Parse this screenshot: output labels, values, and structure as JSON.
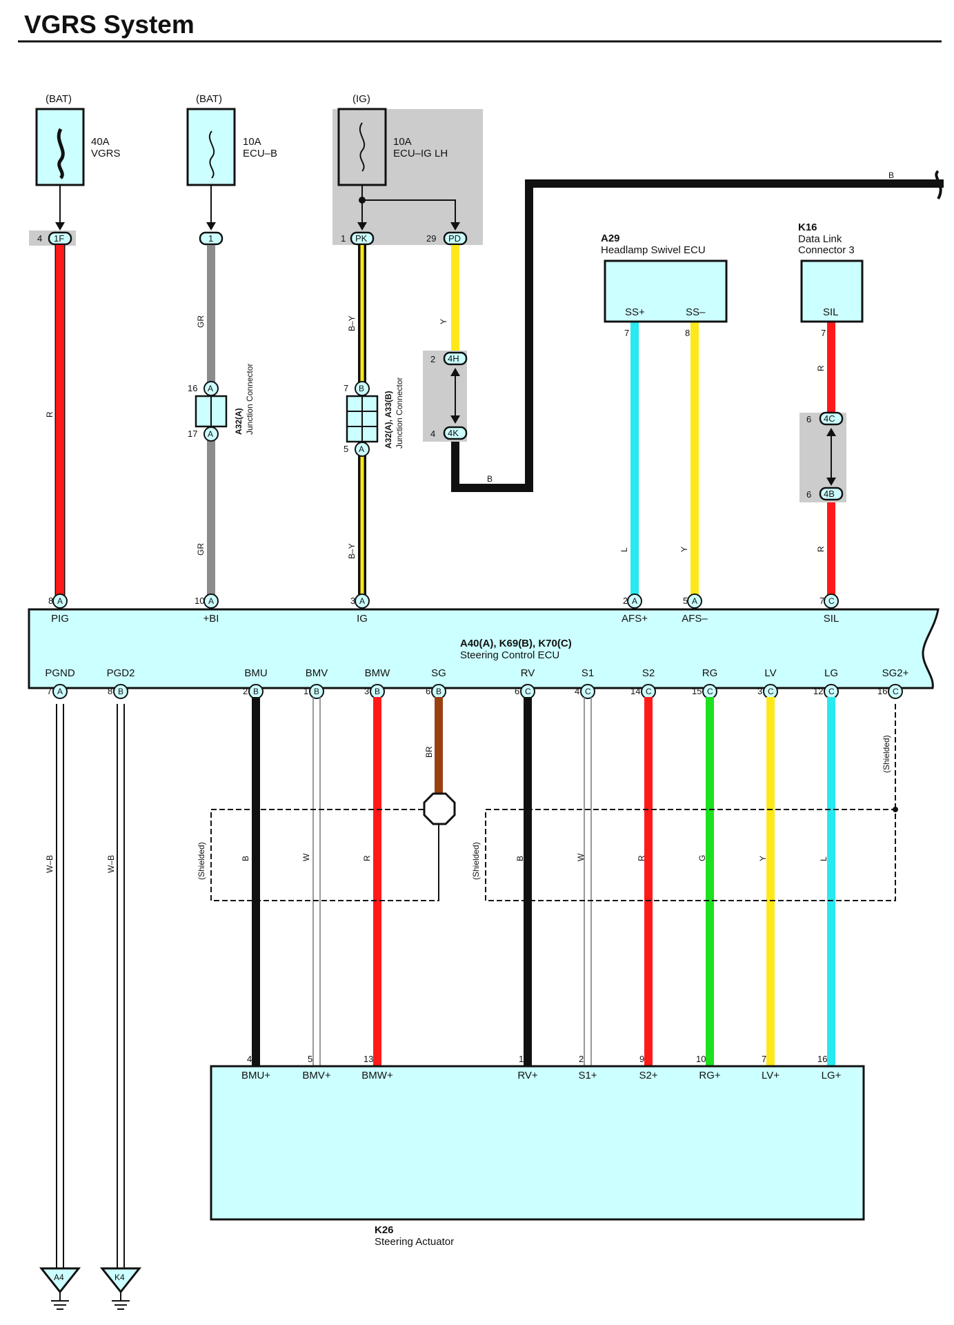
{
  "title": "VGRS System",
  "power": {
    "bat1": "(BAT)",
    "bat2": "(BAT)",
    "ig": "(IG)",
    "fuse1_amp": "40A",
    "fuse1_name": "VGRS",
    "fuse2_amp": "10A",
    "fuse2_name": "ECU–B",
    "fuse3_amp": "10A",
    "fuse3_name": "ECU–IG LH"
  },
  "jb_pins": {
    "p1_num": "4",
    "p1_code": "1F",
    "p2_code": "1",
    "p3_num": "1",
    "p3_code": "PK",
    "p4_num": "29",
    "p4_code": "PD"
  },
  "wire_codes": {
    "r": "R",
    "gr": "GR",
    "by": "B–Y",
    "y": "Y",
    "b": "B",
    "l": "L",
    "br": "BR",
    "w": "W",
    "g": "G",
    "wb": "W–B"
  },
  "splices": {
    "p4h_num": "2",
    "p4h_code": "4H",
    "p4k_num": "4",
    "p4k_code": "4K",
    "p4c_num": "6",
    "p4c_code": "4C",
    "p4b_num": "6",
    "p4b_code": "4B"
  },
  "junction_a32": {
    "name": "A32(A)",
    "desc": "Junction Connector",
    "pin_top": "16",
    "pin_top_c": "A",
    "pin_bot": "17",
    "pin_bot_c": "A"
  },
  "junction_a33": {
    "name": "A32(A), A33(B)",
    "desc": "Junction Connector",
    "pin_top": "7",
    "pin_top_c": "B",
    "pin_bot": "5",
    "pin_bot_c": "A"
  },
  "headlamp_ecu": {
    "code": "A29",
    "name": "Headlamp Swivel ECU",
    "t1": "SS+",
    "t2": "SS–",
    "p1": "7",
    "p2": "8"
  },
  "dlc": {
    "code": "K16",
    "name1": "Data Link",
    "name2": "Connector 3",
    "t1": "SIL",
    "p1": "7"
  },
  "ecu": {
    "code": "A40(A), K69(B), K70(C)",
    "name": "Steering Control ECU",
    "top_terms": [
      {
        "n": "8",
        "c": "A",
        "label": "PIG"
      },
      {
        "n": "10",
        "c": "A",
        "label": "+BI"
      },
      {
        "n": "3",
        "c": "A",
        "label": "IG"
      },
      {
        "n": "2",
        "c": "A",
        "label": "AFS+"
      },
      {
        "n": "5",
        "c": "A",
        "label": "AFS–"
      },
      {
        "n": "7",
        "c": "C",
        "label": "SIL"
      }
    ],
    "bot_terms": [
      {
        "n": "7",
        "c": "A",
        "label": "PGND"
      },
      {
        "n": "8",
        "c": "B",
        "label": "PGD2"
      },
      {
        "n": "2",
        "c": "B",
        "label": "BMU"
      },
      {
        "n": "1",
        "c": "B",
        "label": "BMV"
      },
      {
        "n": "3",
        "c": "B",
        "label": "BMW"
      },
      {
        "n": "6",
        "c": "B",
        "label": "SG"
      },
      {
        "n": "6",
        "c": "C",
        "label": "RV"
      },
      {
        "n": "4",
        "c": "C",
        "label": "S1"
      },
      {
        "n": "14",
        "c": "C",
        "label": "S2"
      },
      {
        "n": "15",
        "c": "C",
        "label": "RG"
      },
      {
        "n": "3",
        "c": "C",
        "label": "LV"
      },
      {
        "n": "12",
        "c": "C",
        "label": "LG"
      },
      {
        "n": "16",
        "c": "C",
        "label": "SG2+"
      }
    ]
  },
  "shield": {
    "l1": "(Shielded)",
    "l2": "(Shielded)",
    "l3": "(Shielded)"
  },
  "actuator": {
    "code": "K26",
    "name": "Steering Actuator",
    "terms": [
      {
        "n": "4",
        "label": "BMU+"
      },
      {
        "n": "5",
        "label": "BMV+"
      },
      {
        "n": "13",
        "label": "BMW+"
      },
      {
        "n": "1",
        "label": "RV+"
      },
      {
        "n": "2",
        "label": "S1+"
      },
      {
        "n": "9",
        "label": "S2+"
      },
      {
        "n": "10",
        "label": "RG+"
      },
      {
        "n": "7",
        "label": "LV+"
      },
      {
        "n": "16",
        "label": "LG+"
      }
    ]
  },
  "grounds": {
    "g1": "A4",
    "g2": "K4"
  },
  "colors": {
    "component_fill": "#ccffff",
    "splice_bg": "#cccccc",
    "red": "#ff1a1a",
    "gray": "#8c8c8c",
    "yellow": "#ffe81a",
    "cyan": "#29e8f0",
    "green": "#1ee01e",
    "brown": "#9a4010",
    "black": "#111111"
  }
}
